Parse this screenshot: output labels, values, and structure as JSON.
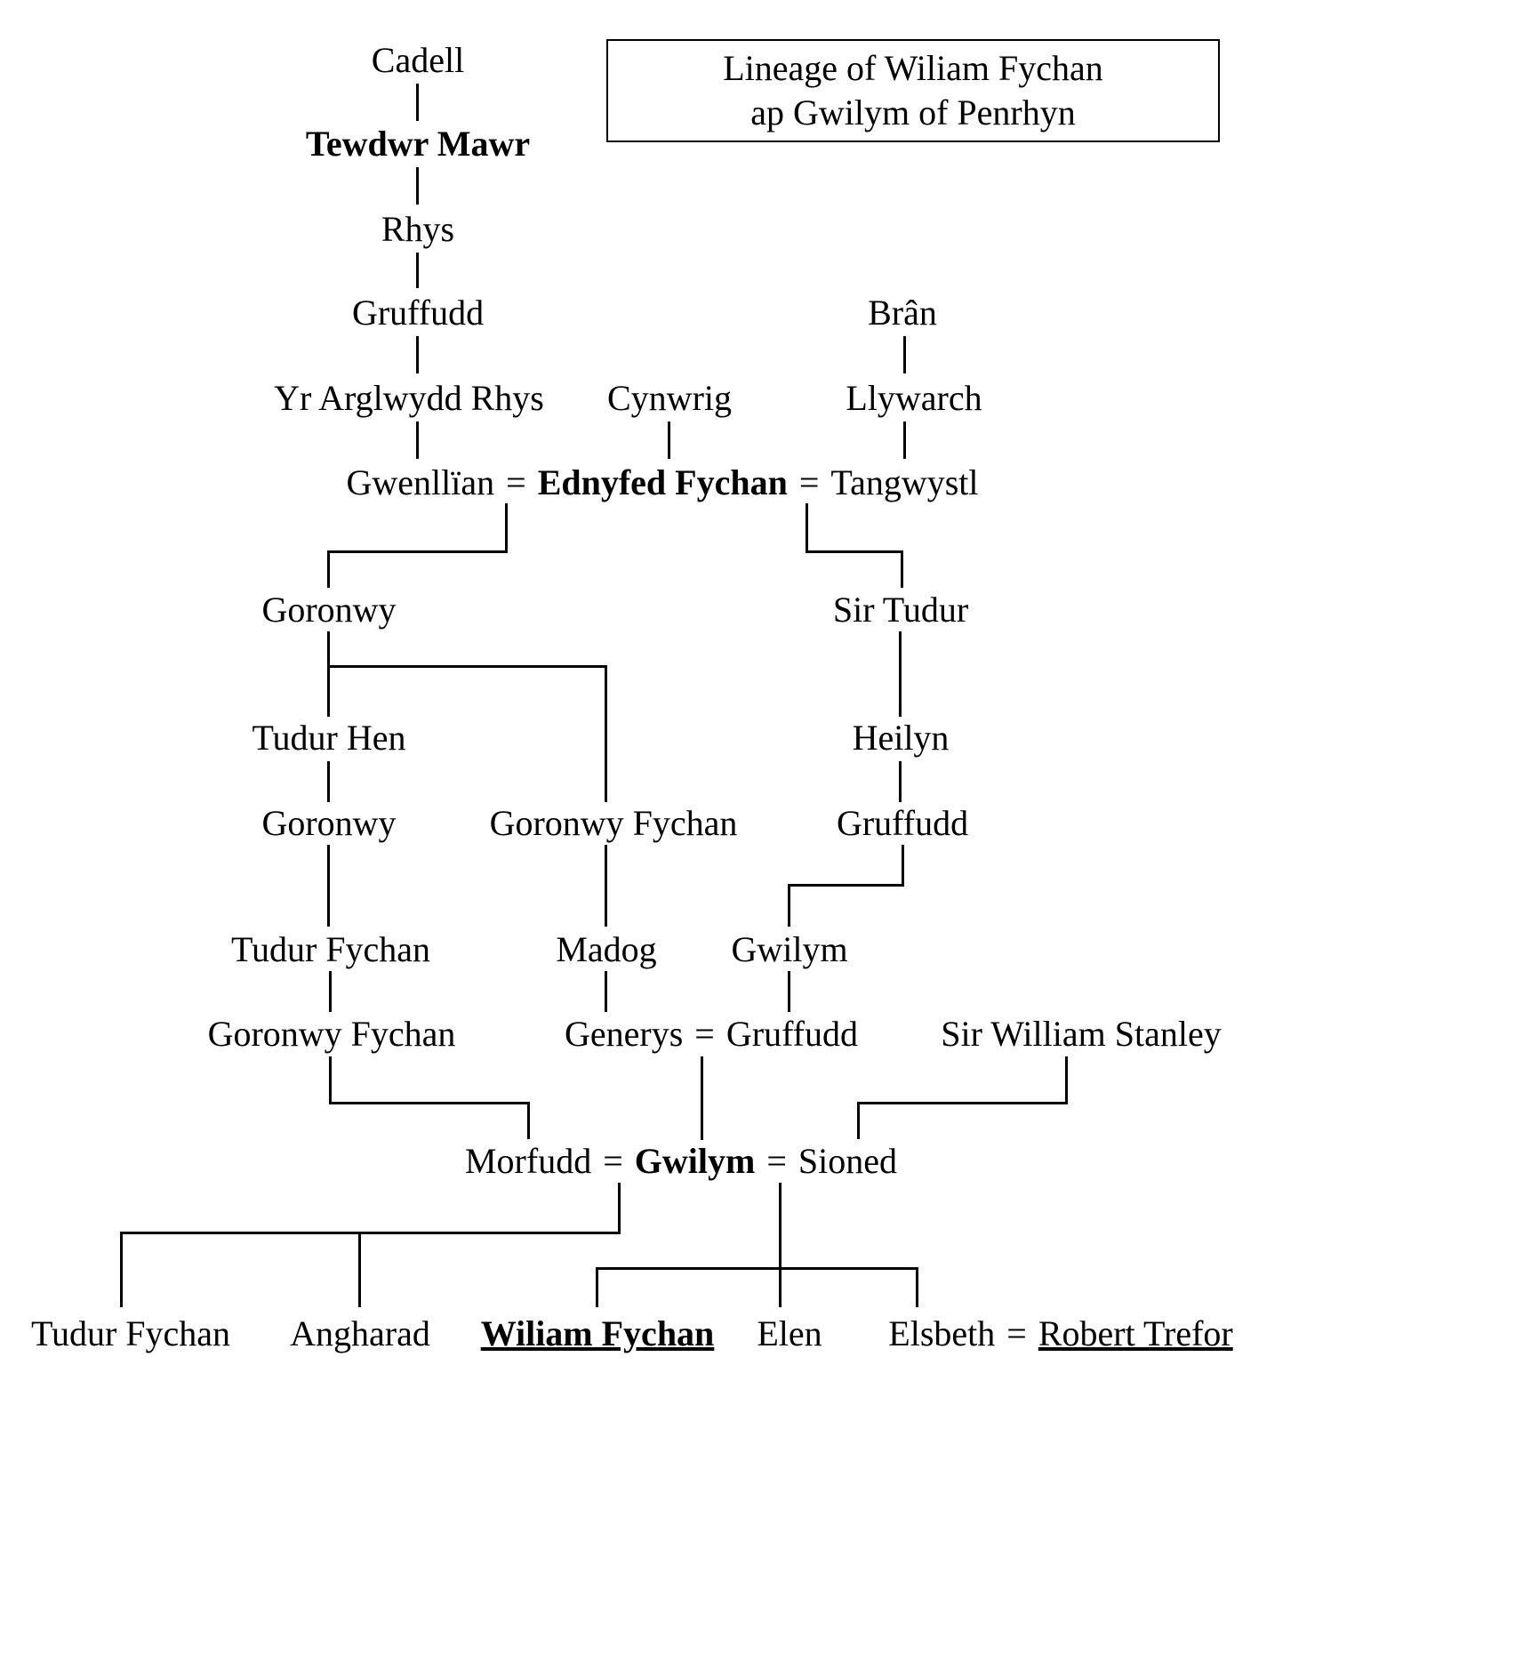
{
  "title": {
    "line1": "Lineage of Wiliam Fychan",
    "line2": "ap Gwilym of Penrhyn"
  },
  "sym": {
    "eq": "="
  },
  "nodes": {
    "cadell": "Cadell",
    "tewdwr_mawr": "Tewdwr Mawr",
    "rhys": "Rhys",
    "gruffudd_1": "Gruffudd",
    "yr_arglwydd_rhys": "Yr Arglwydd Rhys",
    "cynwrig": "Cynwrig",
    "bran": "Brân",
    "llywarch": "Llywarch",
    "gwenllian": "Gwenllïan",
    "ednyfed_fychan": "Ednyfed Fychan",
    "tangwystl": "Tangwystl",
    "goronwy_1": "Goronwy",
    "sir_tudur": "Sir Tudur",
    "tudur_hen": "Tudur Hen",
    "heilyn": "Heilyn",
    "goronwy_2": "Goronwy",
    "goronwy_fychan_1": "Goronwy Fychan",
    "gruffudd_2": "Gruffudd",
    "tudur_fychan_1": "Tudur Fychan",
    "madog": "Madog",
    "gwilym_1": "Gwilym",
    "goronwy_fychan_2": "Goronwy Fychan",
    "generys": "Generys",
    "gruffudd_3": "Gruffudd",
    "sir_william_stanley": "Sir William Stanley",
    "morfudd": "Morfudd",
    "gwilym_2": "Gwilym",
    "sioned": "Sioned",
    "tudur_fychan_2": "Tudur Fychan",
    "angharad": "Angharad",
    "wiliam_fychan": "Wiliam Fychan",
    "elen": "Elen",
    "elsbeth": "Elsbeth",
    "robert_trefor": "Robert Trefor"
  }
}
